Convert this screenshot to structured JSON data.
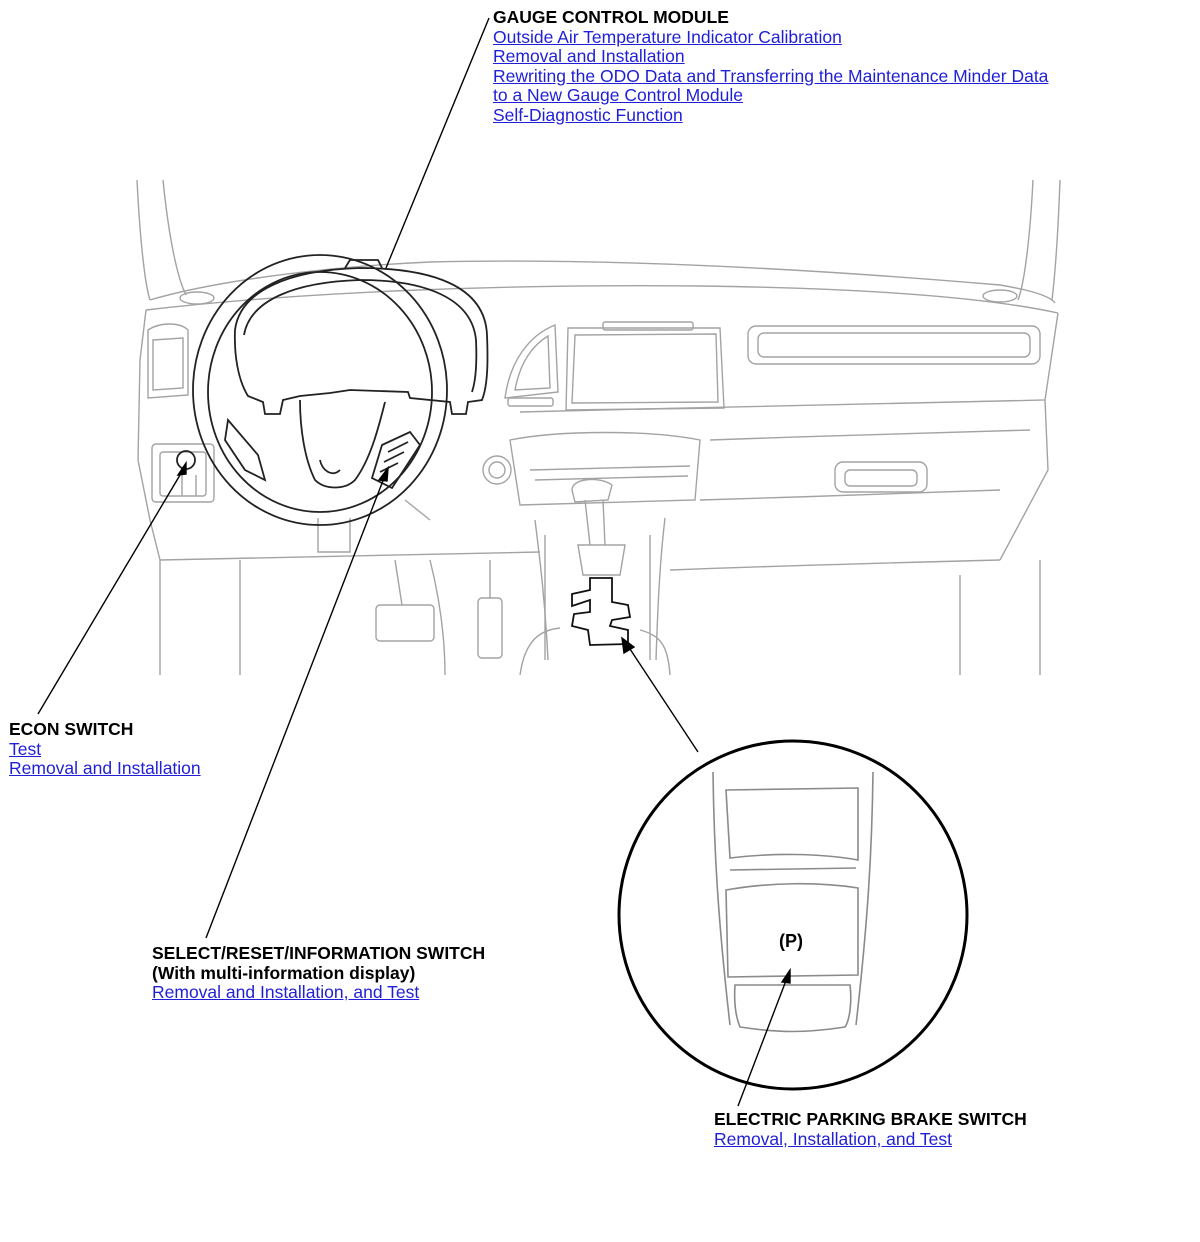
{
  "callouts": {
    "gauge": {
      "title": "GAUGE CONTROL MODULE",
      "links": [
        "Outside Air Temperature Indicator Calibration",
        "Removal and Installation",
        "Rewriting the ODO Data and Transferring the Maintenance Minder Data ",
        "to a New Gauge Control Module",
        "Self-Diagnostic Function"
      ]
    },
    "econ": {
      "title": "ECON SWITCH",
      "links": [
        "Test",
        "Removal and Installation"
      ]
    },
    "srs": {
      "title": "SELECT/RESET/INFORMATION SWITCH",
      "subtitle": "(With multi-information display)",
      "links": [
        "Removal and Installation, and Test"
      ]
    },
    "epb": {
      "title": "ELECTRIC PARKING BRAKE SWITCH",
      "links": [
        "Removal, Installation, and Test"
      ]
    }
  },
  "detail_view": {
    "switch_symbol": "(P)"
  },
  "colors": {
    "link": "#1f1fd8",
    "art_light": "#9a9a9a",
    "art_dark": "#000000"
  }
}
